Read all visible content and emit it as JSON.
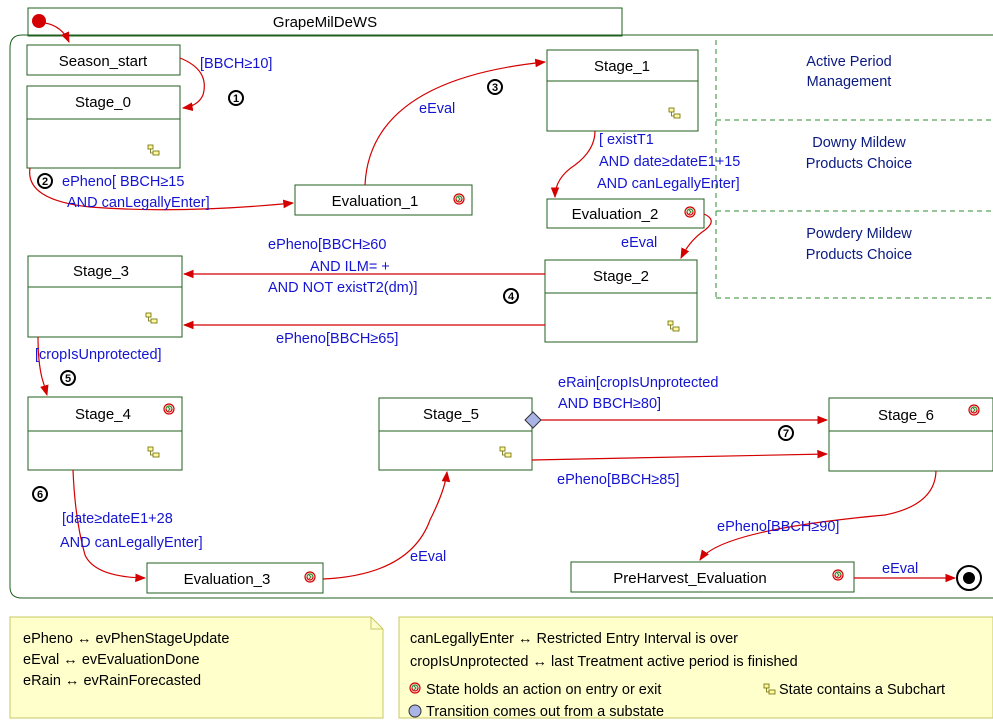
{
  "title": "GrapeMilDeWS",
  "zones": [
    {
      "line1": "Active Period",
      "line2": "Management"
    },
    {
      "line1": "Downy Mildew",
      "line2": "Products Choice"
    },
    {
      "line1": "Powdery Mildew",
      "line2": "Products Choice"
    }
  ],
  "states": {
    "season_start": "Season_start",
    "stage_0": "Stage_0",
    "stage_1": "Stage_1",
    "evaluation_1": "Evaluation_1",
    "evaluation_2": "Evaluation_2",
    "stage_2": "Stage_2",
    "stage_3": "Stage_3",
    "stage_4": "Stage_4",
    "stage_5": "Stage_5",
    "stage_6": "Stage_6",
    "evaluation_3": "Evaluation_3",
    "preharvest_evaluation": "PreHarvest_Evaluation"
  },
  "labels": {
    "bbch10": "[BBCH≥10]",
    "epheno_15_a": "ePheno[ BBCH≥15",
    "epheno_15_b": "AND canLegallyEnter]",
    "eval_s1": "eEval",
    "existT1_a": "[ existT1",
    "existT1_b": "AND date≥dateE1+15",
    "existT1_c": "AND canLegallyEnter]",
    "eval_e2": "eEval",
    "epheno_60_a": "ePheno[BBCH≥60",
    "epheno_60_b": "AND ILM= +",
    "epheno_60_c": "AND NOT existT2(dm)]",
    "epheno_65": "ePheno[BBCH≥65]",
    "crop_unprot": "[cropIsUnprotected]",
    "date28_a": "[date≥dateE1+28",
    "date28_b": "AND canLegallyEnter]",
    "eval_s5": "eEval",
    "erain_a": "eRain[cropIsUnprotected",
    "erain_b": "AND BBCH≥80]",
    "epheno_85": "ePheno[BBCH≥85]",
    "epheno_90": "ePheno[BBCH≥90]",
    "eval_final": "eEval"
  },
  "numbers": [
    "1",
    "2",
    "3",
    "4",
    "5",
    "6",
    "7"
  ],
  "legend_events": [
    "ePheno ↔ evPhenStageUpdate",
    "eEval ↔ evEvaluationDone",
    "eRain ↔ evRainForecasted"
  ],
  "legend_meaning": {
    "line1": "canLegallyEnter ↔ Restricted Entry Interval is over",
    "line2": "cropIsUnprotected ↔ last Treatment active period is finished",
    "action_text": "State holds an action on entry or exit",
    "subchart_text": "State contains a Subchart",
    "substate_text": "Transition comes out from a substate"
  },
  "colors": {
    "transition": "#d40000",
    "label": "#1414d2",
    "state_border": "#1f5f1f",
    "note_fill": "#ffffcc",
    "substate_marker": "#aab4e6"
  },
  "icons": [
    "initial-state-icon",
    "final-state-icon",
    "action-icon",
    "subchart-icon",
    "substate-transition-icon"
  ]
}
